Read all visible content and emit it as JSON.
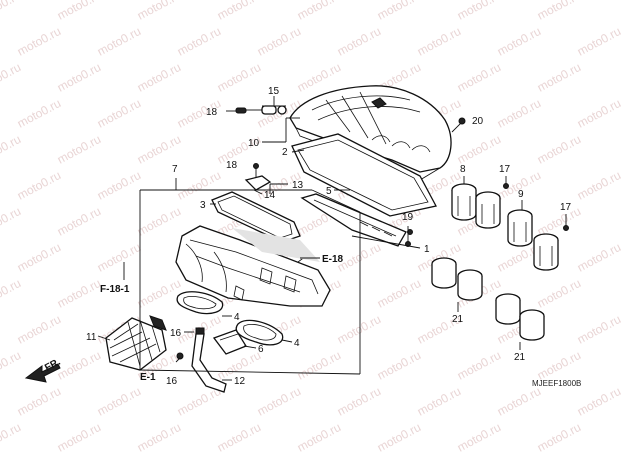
{
  "watermark": {
    "text": "moto0.ru",
    "color": "#e6cccc"
  },
  "callouts": {
    "c1": "1",
    "c2": "2",
    "c3": "3",
    "c4a": "4",
    "c4b": "4",
    "c5": "5",
    "c6": "6",
    "c7": "7",
    "c8": "8",
    "c9": "9",
    "c10": "10",
    "c11": "11",
    "c12": "12",
    "c13": "13",
    "c14": "14",
    "c15": "15",
    "c16a": "16",
    "c16b": "16",
    "c17a": "17",
    "c17b": "17",
    "c18a": "18",
    "c18b": "18",
    "c19": "19",
    "c20": "20",
    "c21a": "21",
    "c21b": "21"
  },
  "references": {
    "e18": "E-18",
    "f181": "F-18-1",
    "e1": "E-1",
    "fr": "FR."
  },
  "diagram_code": "MJEEF1800B",
  "icons": {
    "front_arrow": "front-direction-arrow-icon"
  }
}
